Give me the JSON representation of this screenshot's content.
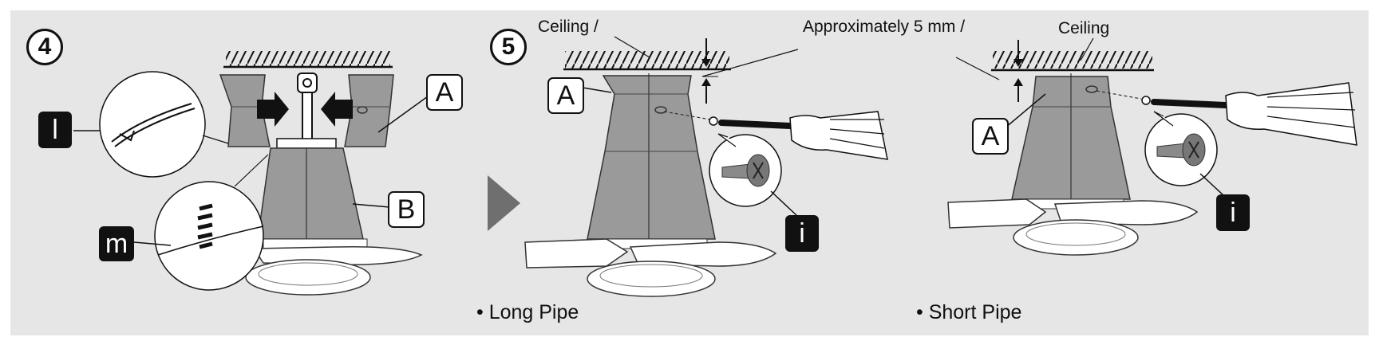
{
  "step4": {
    "number": "4",
    "labels": {
      "part_a": "A",
      "part_b": "B",
      "part_l": "l",
      "part_m": "m"
    }
  },
  "step5": {
    "number": "5",
    "long_pipe": {
      "ceiling_label": "Ceiling /",
      "gap_label": "Approximately 5 mm /",
      "part_a": "A",
      "screw_label": "i",
      "caption": "• Long Pipe"
    },
    "short_pipe": {
      "ceiling_label": "Ceiling",
      "part_a": "A",
      "screw_label": "i",
      "caption": "• Short Pipe"
    }
  },
  "colors": {
    "panel_background": "#e6e6e6",
    "canopy_gray": "#9a9a9a",
    "label_dark": "#111111"
  }
}
